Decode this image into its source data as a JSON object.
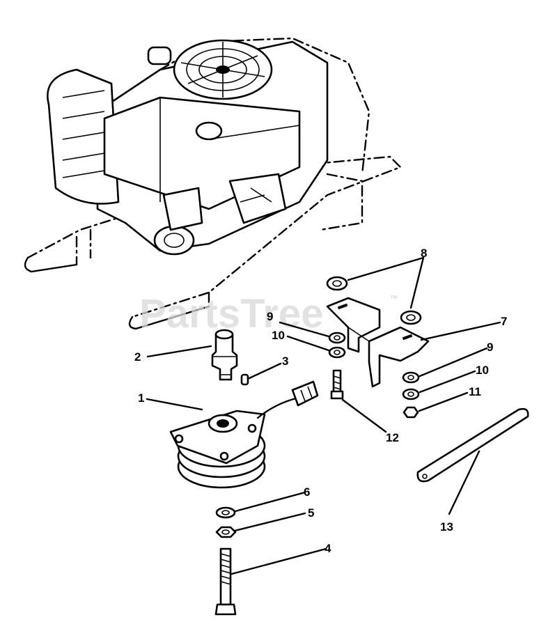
{
  "watermark": {
    "text": "PartsTree",
    "trademark": "™"
  },
  "callouts": [
    "1",
    "2",
    "3",
    "4",
    "5",
    "6",
    "7",
    "8",
    "9",
    "10",
    "11",
    "12",
    "13"
  ],
  "callout_labels": {
    "c1": "1",
    "c2": "2",
    "c3": "3",
    "c4": "4",
    "c5": "5",
    "c6": "6",
    "c7": "7",
    "c8": "8",
    "c9a": "9",
    "c9b": "9",
    "c10a": "10",
    "c10b": "10",
    "c11": "11",
    "c12": "12",
    "c13": "13"
  },
  "icons": [
    "engine-illustration",
    "electric-clutch",
    "spacer",
    "bolt",
    "washer",
    "nut",
    "bracket",
    "key",
    "anti-rotation-strap"
  ]
}
